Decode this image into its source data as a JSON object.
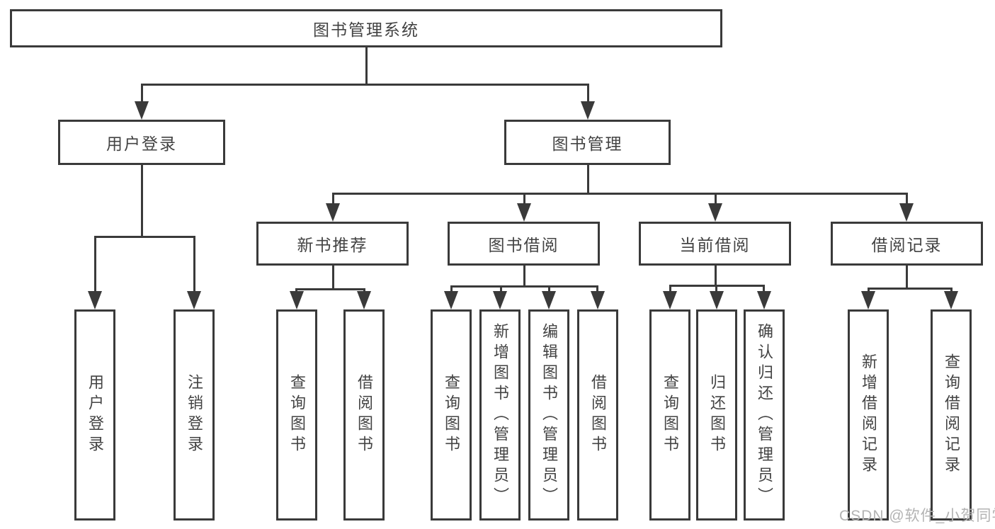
{
  "diagram": {
    "root": {
      "label": "图书管理系统"
    },
    "branches": [
      {
        "label": "用户登录",
        "leaves": [
          "用户登录",
          "注销登录"
        ]
      },
      {
        "label": "图书管理",
        "groups": [
          {
            "label": "新书推荐",
            "leaves": [
              "查询图书",
              "借阅图书"
            ]
          },
          {
            "label": "图书借阅",
            "leaves": [
              "查询图书",
              "新增图书（管理员）",
              "编辑图书（管理员）",
              "借阅图书"
            ]
          },
          {
            "label": "当前借阅",
            "leaves": [
              "查询图书",
              "归还图书",
              "确认归还（管理员）"
            ]
          },
          {
            "label": "借阅记录",
            "leaves": [
              "新增借阅记录",
              "查询借阅记录"
            ]
          }
        ]
      }
    ]
  },
  "watermark": {
    "text": "CSDN @软件_小贺同学"
  },
  "colors": {
    "line": "#3a3a3a",
    "text": "#434343",
    "background": "#ffffff",
    "watermark": "#b3b3b3"
  }
}
